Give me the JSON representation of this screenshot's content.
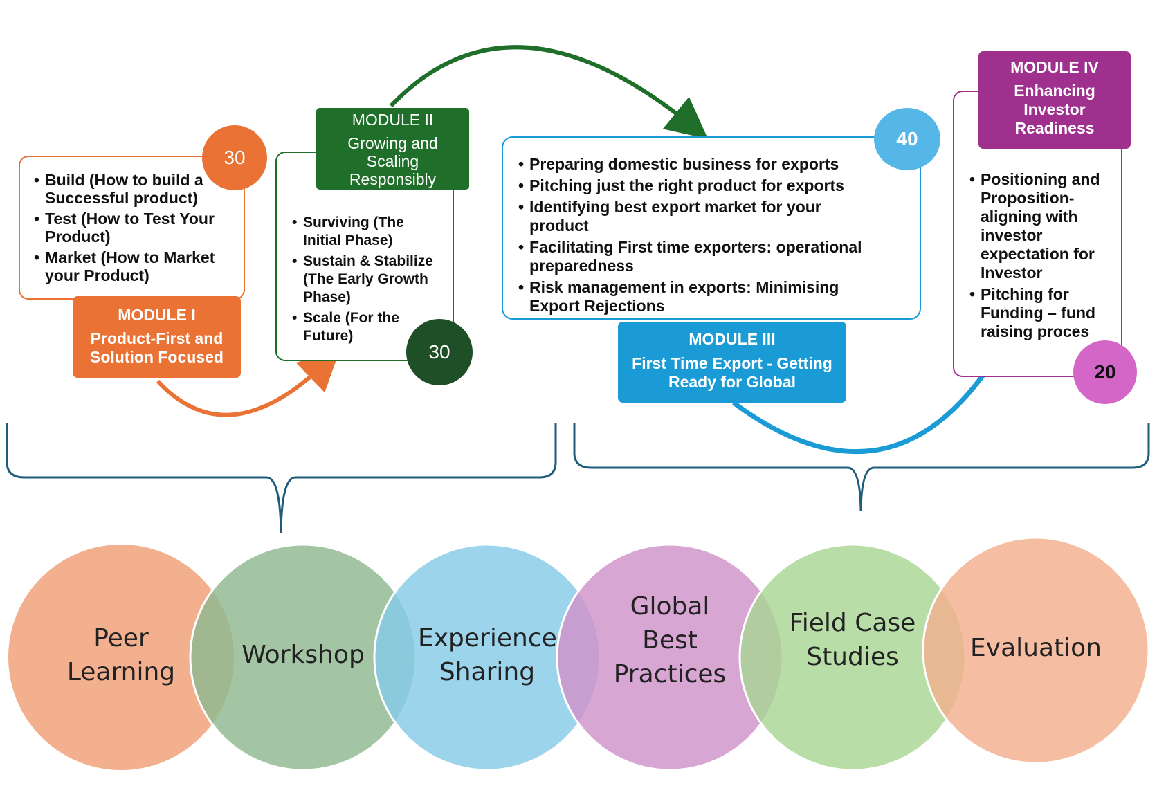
{
  "colors": {
    "module1": "#ea7235",
    "module2": "#1f6f2a",
    "module3": "#1a9bd5",
    "module4": "#a0308e",
    "badge1": "#ea7235",
    "badge2": "#1e4f27",
    "badge3": "#55b7e8",
    "badge4": "#d466c8",
    "brace": "#1f5c7a",
    "circle_peer": "#f2b08f",
    "circle_workshop": "#8fb890",
    "circle_experience": "#86cbe8",
    "circle_global": "#cf92c8",
    "circle_field": "#a8d594",
    "circle_evaluation": "#f3b08d"
  },
  "modules": [
    {
      "id": "m1",
      "title": "MODULE I",
      "subtitle": "Product-First and Solution Focused",
      "badge": "30",
      "items": [
        "Build (How to build a Successful product)",
        "Test (How to Test Your Product)",
        "Market (How to Market your Product)"
      ]
    },
    {
      "id": "m2",
      "title": "MODULE II",
      "subtitle": "Growing and Scaling Responsibly",
      "badge": "30",
      "items": [
        "Surviving (The Initial Phase)",
        "Sustain & Stabilize (The Early Growth Phase)",
        "Scale (For the Future)"
      ]
    },
    {
      "id": "m3",
      "title": "MODULE III",
      "subtitle": "First Time Export - Getting Ready for Global",
      "badge": "40",
      "items": [
        "Preparing  domestic business for exports",
        "Pitching just the right product for exports",
        "Identifying best export market for your product",
        "Facilitating First time exporters: operational preparedness",
        "Risk management in exports: Minimising Export Rejections"
      ]
    },
    {
      "id": "m4",
      "title": "MODULE IV",
      "subtitle": "Enhancing Investor Readiness",
      "badge": "20",
      "items": [
        "Positioning and Proposition- aligning with investor expectation for Investor",
        "Pitching for Funding – fund raising proces"
      ]
    }
  ],
  "methods": [
    "Peer Learning",
    "Workshop",
    "Experience Sharing",
    "Global Best Practices",
    "Field Case Studies",
    "Evaluation"
  ]
}
